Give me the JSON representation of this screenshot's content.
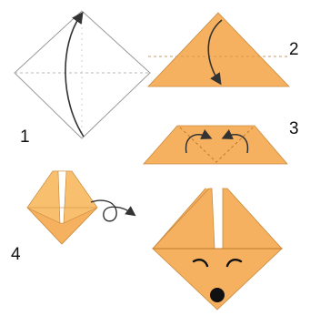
{
  "colors": {
    "paper": "#f5b060",
    "paper_dark": "#ec9c44",
    "paper_light": "#f8c888",
    "outline": "#9a9a9a",
    "crease": "#b8b8b8",
    "arrow": "#333333",
    "face": "#111111"
  },
  "steps": [
    {
      "number": "1"
    },
    {
      "number": "2"
    },
    {
      "number": "3"
    },
    {
      "number": "4"
    }
  ],
  "icons": {
    "fold_arrow": "curved-arrow-icon",
    "turn_over": "loop-arrow-icon"
  }
}
